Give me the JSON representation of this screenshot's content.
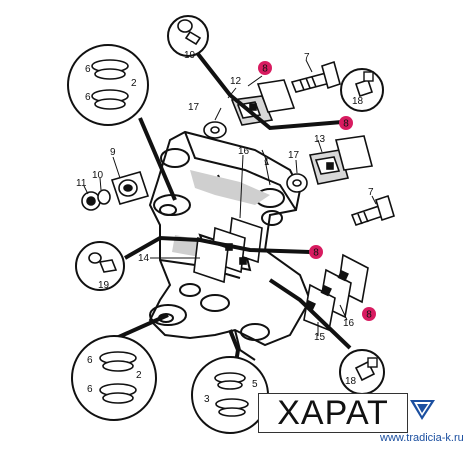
{
  "diagram": {
    "part_labels": {
      "n1": "1",
      "n2a": "2",
      "n2b": "2",
      "n3": "3",
      "n5": "5",
      "n6a": "6",
      "n6b": "6",
      "n6c": "6",
      "n6d": "6",
      "n7": "7",
      "n9": "9",
      "n10": "10",
      "n11": "11",
      "n12": "12",
      "n13": "13",
      "n14": "14",
      "n15": "15",
      "n16a": "16",
      "n16b": "16",
      "n17a": "17",
      "n17b": "17",
      "n18a": "18",
      "n18b": "18",
      "n19a": "19",
      "n19b": "19"
    },
    "highlight_labels": [
      "8",
      "8",
      "8",
      "8"
    ],
    "highlight_color": "#d81b60"
  },
  "watermark": {
    "brand": "ХАРАТ",
    "url": "www.tradicia-k.ru",
    "logo_color": "#1b4fa0"
  }
}
